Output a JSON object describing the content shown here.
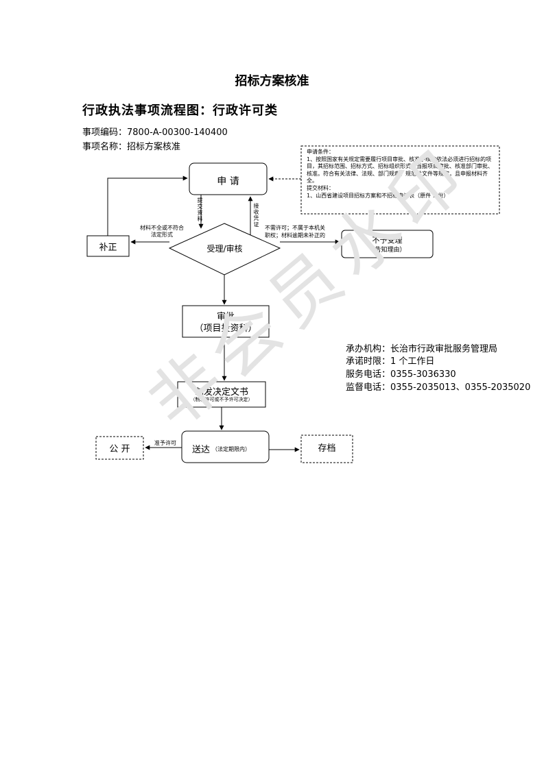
{
  "header": {
    "title": "招标方案核准",
    "subtitle": "行政执法事项流程图：行政许可类",
    "item_code": "事项编码：7800-A-00300-140400",
    "item_name": "事项名称：招标方案核准"
  },
  "flow": {
    "apply": "申 请",
    "submit_materials": "提交资料",
    "receive_materials": "接收凭证",
    "accept_review": "受理/审核",
    "supplement": "补正",
    "supplement_reason_1": "材料不全或不符合",
    "supplement_reason_2": "法定形式",
    "reject_reason_1": "不需许可；不属于本机关",
    "reject_reason_2": "职权；材料逾期未补正的",
    "reject": "不予受理",
    "reject_sub": "（告知理由）",
    "approve": "审批",
    "approve_sub": "（项目投资科）",
    "issue": "制发决定文书",
    "issue_sub": "（制发许可或不予许可决定）",
    "deliver": "送达",
    "deliver_sub": "（法定期限内）",
    "publish": "公 开",
    "publish_cond": "准予许可",
    "archive": "存档"
  },
  "conditions": {
    "heading": "申请条件：",
    "line1": "1、按照国家有关规定需要履行项目审批、核准手续的依法必须进行招标的项目，其招标范围、招标方式、招标组织形式应当报项目审批、核准部门审批、核准。符合有关法律、法规、部门规章、规范性文件等规定，且申报材料齐全。",
    "materials_heading": "提交材料：",
    "line2": "1、山西省建设项目招标方案和不招标申请表（原件 1 份）"
  },
  "info": {
    "agency": "承办机构：长治市行政审批服务管理局",
    "time_limit": "承诺时限：1 个工作日",
    "service_phone": "服务电话：0355-3036330",
    "supervision_phone": "监督电话：0355-2035013、0355-2035020"
  },
  "watermark": "非会员水印"
}
